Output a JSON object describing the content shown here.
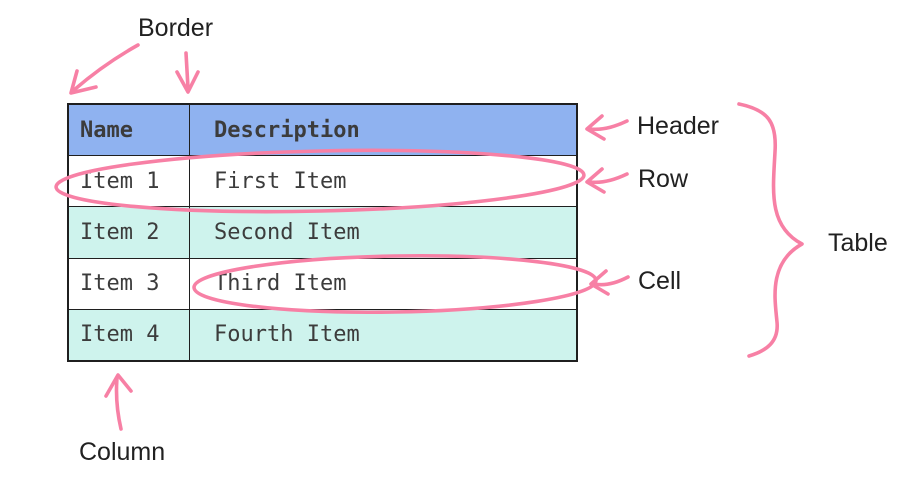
{
  "colors": {
    "background": "#ffffff",
    "header_bg": "#8FB2F0",
    "row_bg": "#FFFFFF",
    "row_alt_bg": "#CEF3ED",
    "table_border": "#1f1f1f",
    "table_text": "#3C3C3C",
    "label_text": "#212121",
    "annotation_pink": "#F780A5"
  },
  "table": {
    "columns": [
      "Name",
      "Description"
    ],
    "rows": [
      {
        "name": "Item 1",
        "description": "First Item"
      },
      {
        "name": "Item 2",
        "description": "Second Item"
      },
      {
        "name": "Item 3",
        "description": "Third Item"
      },
      {
        "name": "Item 4",
        "description": "Fourth Item"
      }
    ]
  },
  "annotations": {
    "border_label": "Border",
    "header_label": "Header",
    "row_label": "Row",
    "cell_label": "Cell",
    "table_label": "Table",
    "column_label": "Column"
  }
}
